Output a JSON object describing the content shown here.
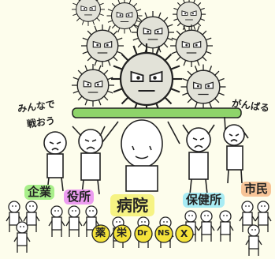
{
  "speech": {
    "left_line1": "みんなで",
    "left_line2": "戦おう",
    "right": "がんばる"
  },
  "groups": {
    "company": "企業",
    "government": "役所",
    "hospital": "病院",
    "health_center": "保健所",
    "citizens": "市民"
  },
  "staff": {
    "pharmacy": "薬",
    "nutrition": "栄",
    "doctor": "Dr",
    "nurse": "NS",
    "other": "X"
  },
  "colors": {
    "background": "#fdfdec",
    "shield": "#8ed46a",
    "company": "#a8ef8a",
    "government": "#ec9cf0",
    "hospital": "#f6f383",
    "health_center": "#a8ecf4",
    "citizens": "#f7c498",
    "staff_badge": "#f4e33a"
  }
}
